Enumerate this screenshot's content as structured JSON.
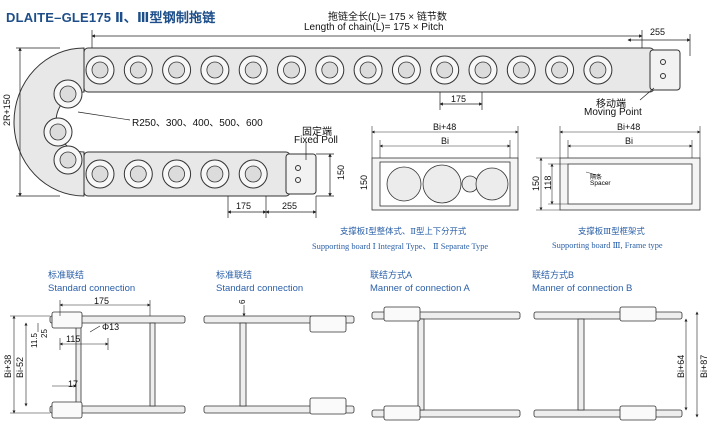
{
  "title": "DLAITE–GLE175 Ⅱ、Ⅲ型钢制拖链",
  "top": {
    "length_cn": "拖链全长(L)= 175 × 链节数",
    "length_en": "Length of chain(L)= 175 × Pitch",
    "dim_255_top": "255",
    "dim_175_mid": "175",
    "moving_cn": "移动端",
    "moving_en": "Moving Point",
    "height_dim": "2R+150",
    "radius": "R250、300、400、500、600",
    "fixed_cn": "固定端",
    "fixed_en": "Fixed Poll",
    "dim_150": "150",
    "dim_175_bottom": "175",
    "dim_255_bottom": "255"
  },
  "board1": {
    "width_outer": "Bi+48",
    "width_inner": "Bi",
    "height": "150",
    "caption_cn": "支撑板Ⅰ型整体式、Ⅱ型上下分开式",
    "caption_en": "Supporting board Ⅰ Integral Type、 Ⅱ Separate Type"
  },
  "board2": {
    "width_outer": "Bi+48",
    "width_inner": "Bi",
    "height_outer": "150",
    "height_inner": "118",
    "spacer_cn": "隔条",
    "spacer_en": "Spacer",
    "caption_cn": "支撑板Ⅲ型框架式",
    "caption_en": "Supporting board Ⅲ, Frame type"
  },
  "connections": [
    {
      "cn": "标准联结",
      "en": "Standard connection"
    },
    {
      "cn": "标准联结",
      "en": "Standard connection"
    },
    {
      "cn": "联结方式A",
      "en": "Manner of connection A"
    },
    {
      "cn": "联结方式B",
      "en": "Manner of connection B"
    }
  ],
  "conn_dims": {
    "d175": "175",
    "d13": "Φ13",
    "d115": "115",
    "d11_5": "11.5",
    "d25": "25",
    "bi38": "Bi+38",
    "bi52": "Bi-52",
    "d17": "17",
    "d6": "6",
    "bi64": "Bi+64",
    "bi87": "Bi+87"
  },
  "colors": {
    "title": "#1d4e89",
    "label_blue": "#2a5fa8",
    "line": "#333333",
    "chain_fill": "#e6e6e6"
  }
}
